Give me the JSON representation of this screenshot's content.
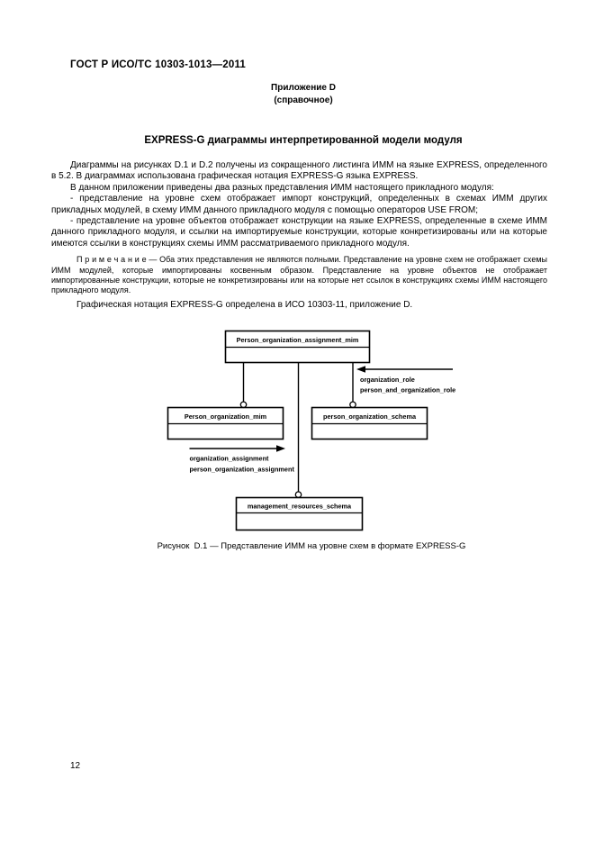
{
  "header": {
    "text": "ГОСТ Р ИСО/ТС 10303-1013—2011"
  },
  "annex": {
    "title": "Приложение D",
    "subtitle": "(справочное)"
  },
  "section_title": "EXPRESS-G диаграммы интерпретированной модели модуля",
  "paragraphs": [
    "Диаграммы на рисунках D.1 и D.2 получены из сокращенного листинга ИММ на языке EXPRESS, определенного в 5.2. В диаграммах использована графическая нотация EXPRESS-G языка EXPRESS.",
    "В данном приложении приведены два разных представления ИММ настоящего прикладного модуля:",
    "- представление на уровне схем отображает импорт конструкций, определенных в схемах ИММ других прикладных модулей, в схему ИММ данного прикладного модуля с помощью операторов USE FROM;",
    "- представление на уровне объектов отображает конструкции на языке EXPRESS, определенные в схеме ИММ данного прикладного модуля, и ссылки на импортируемые конструкции, которые конкретизированы или на которые имеются ссылки в конструкциях схемы ИММ рассматриваемого прикладного модуля."
  ],
  "note": "П р и м е ч а н и е — Оба этих представления не являются полными. Представление на уровне схем не отображает схемы ИММ модулей, которые импортированы косвенным образом. Представление на уровне объектов не отображает импортированные конструкции, которые не конкретизированы или на которые нет ссылок в конструкциях схемы ИММ настоящего прикладного модуля.",
  "final_paragraph": "Графическая нотация EXPRESS-G определена в ИСО 10303-11, приложение D.",
  "figure_caption": "Рисунок  D.1 — Представление ИММ на уровне схем в формате EXPRESS-G",
  "page_number": "12",
  "diagram": {
    "boxes": [
      {
        "name": "mim-schema",
        "label": "Person_organization_assignment_mim"
      },
      {
        "name": "imported-mim-schema",
        "label": "Person_organization_mim"
      },
      {
        "name": "resource-schema-1",
        "label": "person_organization_schema"
      },
      {
        "name": "resource-schema-2",
        "label": "management_resources_schema"
      }
    ],
    "right_reference_labels": [
      "organization_role",
      "person_and_organization_role"
    ],
    "left_reference_labels": [
      "organization_assignment",
      "person_organization_assignment"
    ]
  }
}
